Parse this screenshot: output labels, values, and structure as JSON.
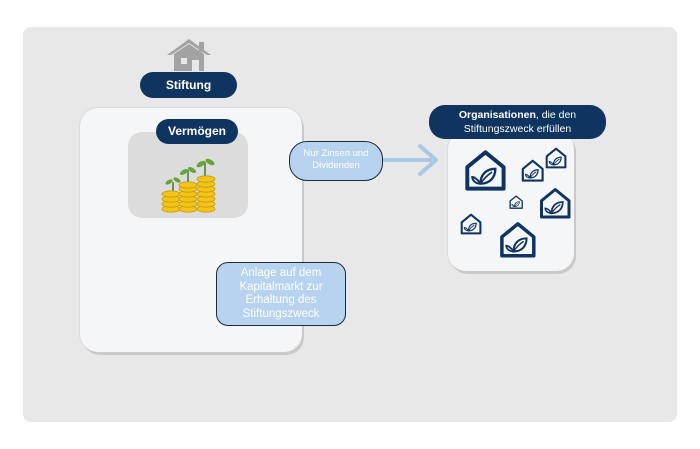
{
  "labels": {
    "stiftung": "Stiftung",
    "vermoegen": "Vermögen",
    "zinsen": "Nur Zinsen und Dividenden",
    "anlage": "Anlage auf dem Kapitalmarkt zur Erhaltung des Stiftungszweck",
    "org_bold": "Organisationen",
    "org_rest_line1": ", die den",
    "org_line2": "Stiftungszweck erfüllen"
  },
  "colors": {
    "navy": "#0f3460",
    "light_blue": "#b7d3ef",
    "arrow_blue": "#a9c8e8",
    "panel": "#f4f6f8",
    "canvas": "#e8e8e8",
    "coin": "#f2c318",
    "leaf": "#63a53c"
  },
  "icons": [
    "house-icon",
    "coins-plants-icon",
    "house-leaf-icon"
  ]
}
